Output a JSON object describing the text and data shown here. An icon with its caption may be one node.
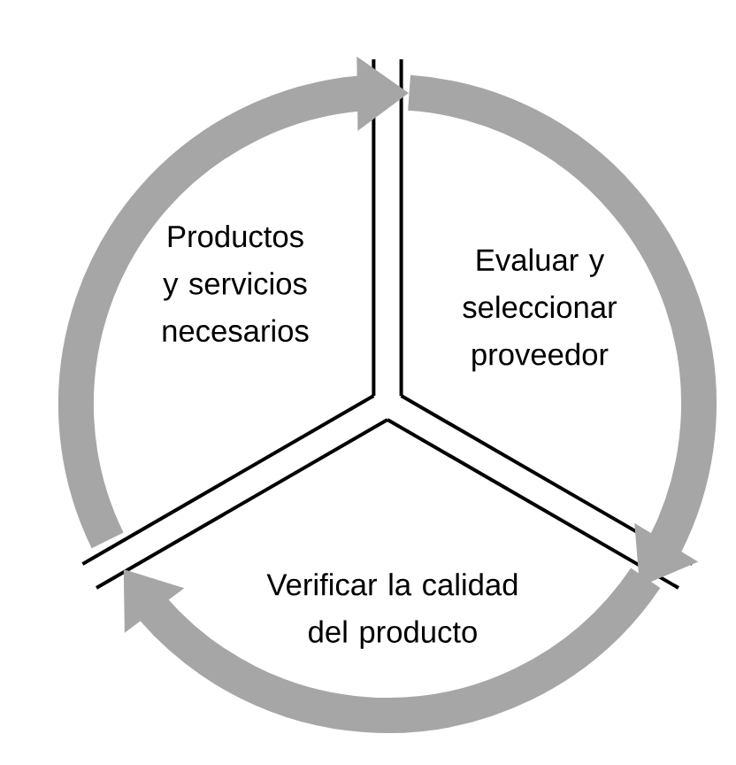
{
  "diagram": {
    "nodes": [
      {
        "text": [
          "Productos y servicios necesarios"
        ]
      },
      {
        "text": [
          "Evaluar y seleccionar proveedor"
        ]
      },
      {
        "text": [
          "Verificar la calidad del producto"
        ]
      }
    ],
    "edges": [
      {
        "from": 0,
        "to": 1,
        "arrow": "to"
      },
      {
        "from": 1,
        "to": 2,
        "arrow": "to"
      },
      {
        "from": 2,
        "to": 0,
        "arrow": "to"
      }
    ]
  }
}
